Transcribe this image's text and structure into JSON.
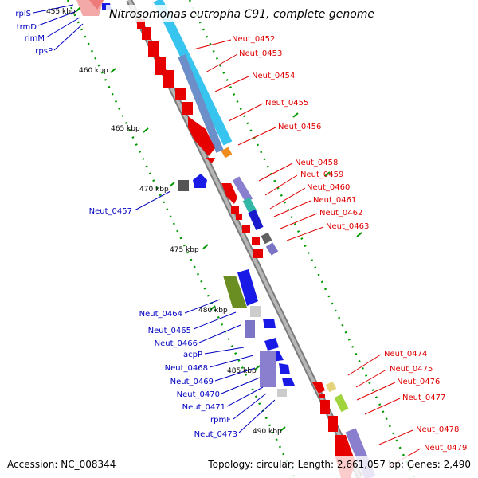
{
  "title": "Nitrosomonas eutropha C91, complete genome",
  "accession": "Accession: NC_008344",
  "summary": "Topology: circular; Length: 2,661,057 bp; Genes: 2,490",
  "colors": {
    "forward_label": "#e00000",
    "reverse_label": "#0000c0",
    "backbone": "#999999",
    "tick": "#009900"
  },
  "scale_labels": [
    "455 kbp",
    "460 kbp",
    "465 kbp",
    "470 kbp",
    "475 kbp",
    "480 kbp",
    "485 kbp",
    "490 kbp"
  ],
  "forward_genes": [
    "Neut_0452",
    "Neut_0453",
    "Neut_0454",
    "Neut_0455",
    "Neut_0456",
    "Neut_0458",
    "Neut_0459",
    "Neut_0460",
    "Neut_0461",
    "Neut_0462",
    "Neut_0463",
    "Neut_0474",
    "Neut_0475",
    "Neut_0476",
    "Neut_0477",
    "Neut_0478",
    "Neut_0479"
  ],
  "reverse_genes": [
    "rplS",
    "trmD",
    "rimM",
    "rpsP",
    "Neut_0457",
    "Neut_0464",
    "Neut_0465",
    "Neut_0466",
    "acpP",
    "Neut_0468",
    "Neut_0469",
    "Neut_0470",
    "Neut_0471",
    "rpmF",
    "Neut_0473"
  ]
}
